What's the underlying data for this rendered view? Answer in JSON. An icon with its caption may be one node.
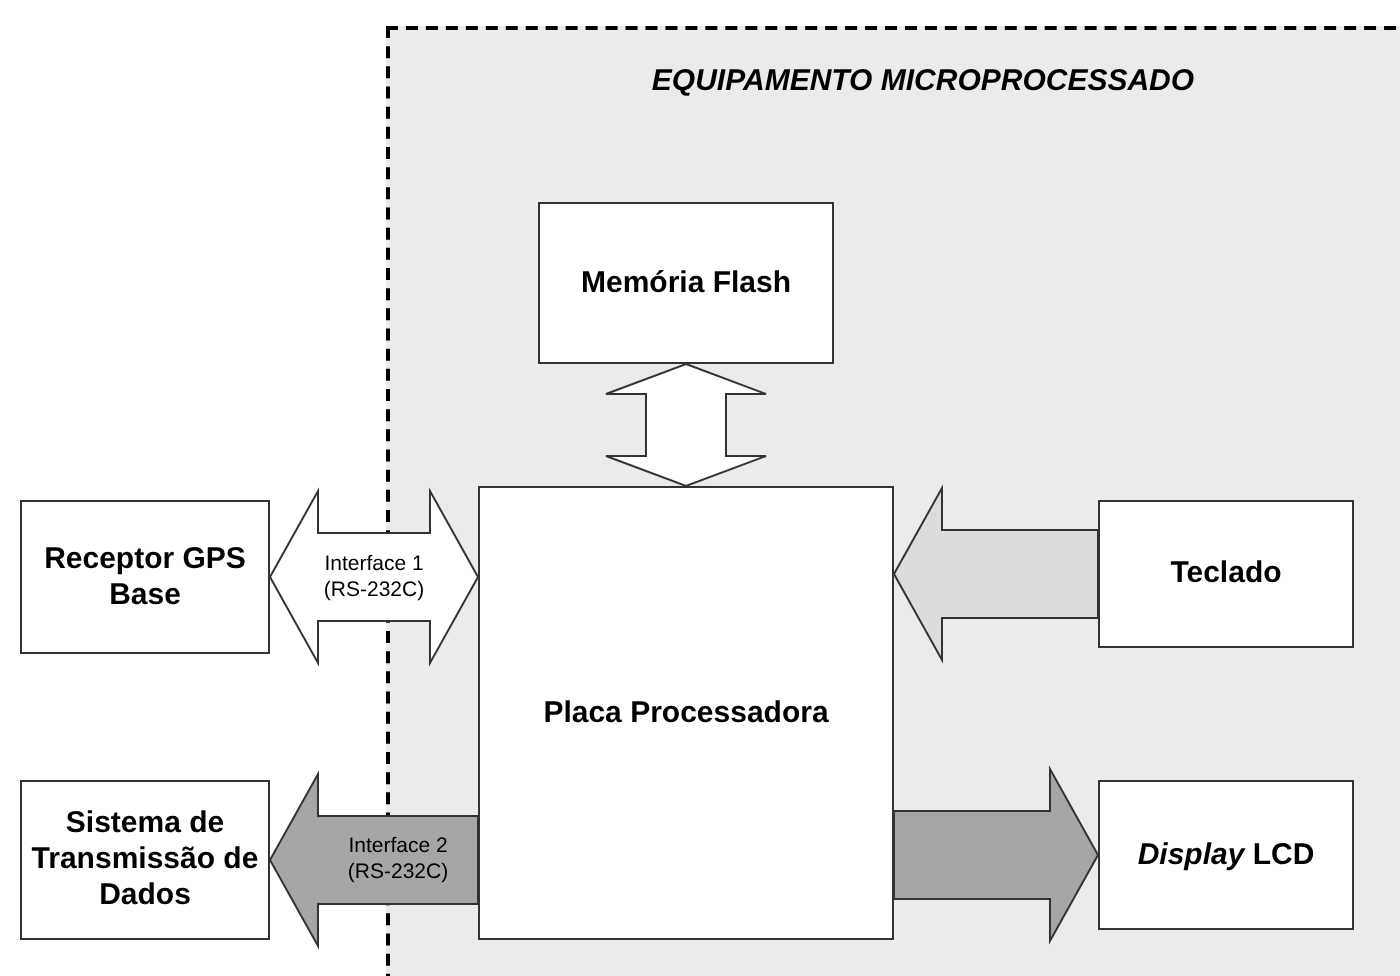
{
  "diagram": {
    "nodes": [
      {
        "text": [
          "EQUIPAMENTO MICROPROCESSADO"
        ]
      },
      {
        "text": [
          "Memória Flash"
        ],
        "in": 0
      },
      {
        "text": [
          "Receptor GPS Base"
        ]
      },
      {
        "text": [
          "Placa Processadora"
        ],
        "in": 0
      },
      {
        "text": [
          "Teclado"
        ],
        "in": 0
      },
      {
        "text": [
          "Sistema de Transmissão de Dados"
        ]
      },
      {
        "text": [
          "*Display* LCD"
        ],
        "in": 0
      }
    ],
    "edges": [
      {
        "from": 1,
        "to": 3,
        "arrow": "both"
      },
      {
        "from": 2,
        "to": 3,
        "arrow": "both",
        "label": "Interface 1 (RS-232C)"
      },
      {
        "from": 4,
        "to": 3,
        "arrow": "to",
        "color": "#dcdcdc"
      },
      {
        "from": 3,
        "to": 5,
        "arrow": "to",
        "label": "Interface 2 (RS-232C)",
        "color": "#a6a6a6"
      },
      {
        "from": 3,
        "to": 6,
        "arrow": "to",
        "color": "#a6a6a6"
      }
    ]
  }
}
